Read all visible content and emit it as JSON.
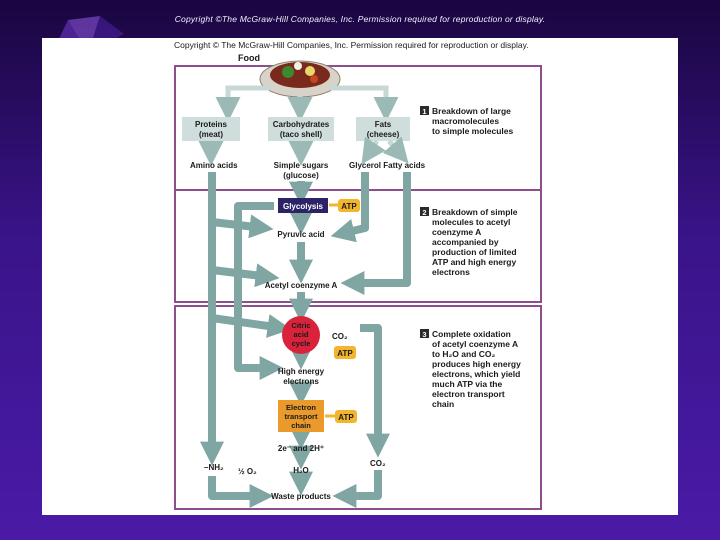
{
  "slide": {
    "top_note": "Copyright ©The McGraw-Hill Companies, Inc. Permission required for reproduction or display."
  },
  "figure": {
    "copyright": "Copyright © The McGraw-Hill Companies, Inc. Permission required for reproduction or display.",
    "food_label": "Food",
    "stages": [
      {
        "number": "1",
        "lines": [
          "Breakdown of large",
          "macromolecules",
          "to simple molecules"
        ]
      },
      {
        "number": "2",
        "lines": [
          "Breakdown of simple",
          "molecules to acetyl",
          "coenzyme A",
          "accompanied by",
          "production of limited",
          "ATP and high energy",
          "electrons"
        ]
      },
      {
        "number": "3",
        "lines": [
          "Complete oxidation",
          "of acetyl coenzyme A",
          "to H₂O and CO₂",
          "produces high energy",
          "electrons, which yield",
          "much ATP via the",
          "electron transport",
          "chain"
        ]
      }
    ],
    "macros": {
      "proteins": [
        "Proteins",
        "(meat)"
      ],
      "carbs": [
        "Carbohydrates",
        "(taco shell)"
      ],
      "fats": [
        "Fats",
        "(cheese)"
      ]
    },
    "products": {
      "amino_acids": "Amino acids",
      "simple_sugars": [
        "Simple sugars",
        "(glucose)"
      ],
      "glycerol_fatty": "Glycerol Fatty acids"
    },
    "glycolysis": "Glycolysis",
    "atp": "ATP",
    "pyruvic_acid": "Pyruvic acid",
    "acetyl_coa": "Acetyl coenzyme A",
    "citric_cycle": [
      "Citric",
      "acid",
      "cycle"
    ],
    "co2": "CO₂",
    "high_energy": [
      "High energy",
      "electrons"
    ],
    "etc": [
      "Electron",
      "transport",
      "chain"
    ],
    "electrons_h": "2e⁻ and 2H⁺",
    "nh2": "–NH₂",
    "half_o2": "½ O₂",
    "h2o": "H₂O",
    "co2_bottom": "CO₂",
    "waste": "Waste products",
    "colors": {
      "arrow": "#7fa6a2",
      "section_border": "#8c4f8c",
      "glycolysis": "#2b2366",
      "atp": "#f2b52c",
      "citric": "#d8233a",
      "etc": "#e99a2a"
    }
  }
}
